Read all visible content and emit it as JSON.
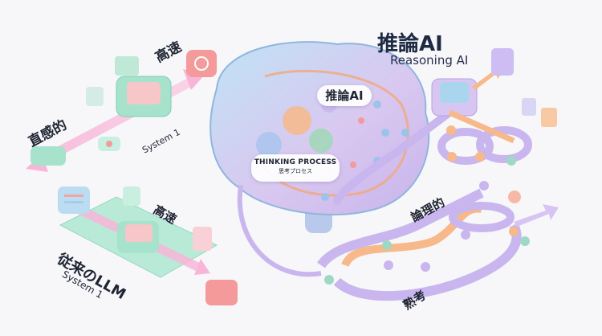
{
  "header": {
    "title": "推論AI",
    "subtitle": "Reasoning AI"
  },
  "system1_top": {
    "label_intuitive": "直感的",
    "label_fast": "高速",
    "label_system": "System 1"
  },
  "system1_bottom": {
    "label_fast": "高速",
    "label_llm": "従来のLLM",
    "label_system": "System 1"
  },
  "brain": {
    "badge": "推論AI",
    "thinking_en": "THINKING PROCESS",
    "thinking_jp": "思考プロセス"
  },
  "reasoning_path": {
    "label_logical": "論理的",
    "label_deliberation": "熟考"
  },
  "colors": {
    "background": "#f7f7fa",
    "mint": "#9fe0c8",
    "pink": "#f7b6d8",
    "coral": "#f49a9a",
    "lavender": "#c9b6ee",
    "peach": "#f7b88a",
    "sky": "#a9d6ee",
    "text": "#1f2433"
  }
}
